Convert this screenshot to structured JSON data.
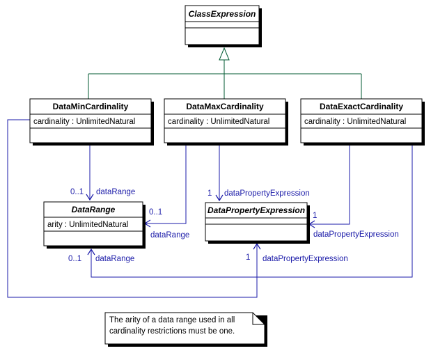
{
  "colors": {
    "generalization": "#005a32",
    "association": "#1a1aa8",
    "role_text": "#1a1aa8",
    "class_border": "#000000",
    "shadow": "#000000"
  },
  "classes": {
    "class_expression": {
      "name": "ClassExpression"
    },
    "data_min": {
      "name": "DataMinCardinality",
      "attribute": "cardinality : UnlimitedNatural"
    },
    "data_max": {
      "name": "DataMaxCardinality",
      "attribute": "cardinality : UnlimitedNatural"
    },
    "data_exact": {
      "name": "DataExactCardinality",
      "attribute": "cardinality : UnlimitedNatural"
    },
    "data_range": {
      "name": "DataRange",
      "attribute": "arity : UnlimitedNatural"
    },
    "data_property_expression": {
      "name": "DataPropertyExpression"
    }
  },
  "associations": {
    "min_range": {
      "multiplicity": "0..1",
      "role": "dataRange"
    },
    "max_range": {
      "multiplicity": "0..1",
      "role": "dataRange"
    },
    "max_dpe": {
      "multiplicity": "1",
      "role": "dataPropertyExpression"
    },
    "exact_dpe": {
      "multiplicity": "1",
      "role": "dataPropertyExpression"
    },
    "exact_range": {
      "multiplicity": "0..1",
      "role": "dataRange"
    },
    "min_dpe": {
      "multiplicity": "1",
      "role": "dataPropertyExpression"
    }
  },
  "note": {
    "line1": "The arity of a data range used in all",
    "line2": "cardinality restrictions must be one."
  }
}
